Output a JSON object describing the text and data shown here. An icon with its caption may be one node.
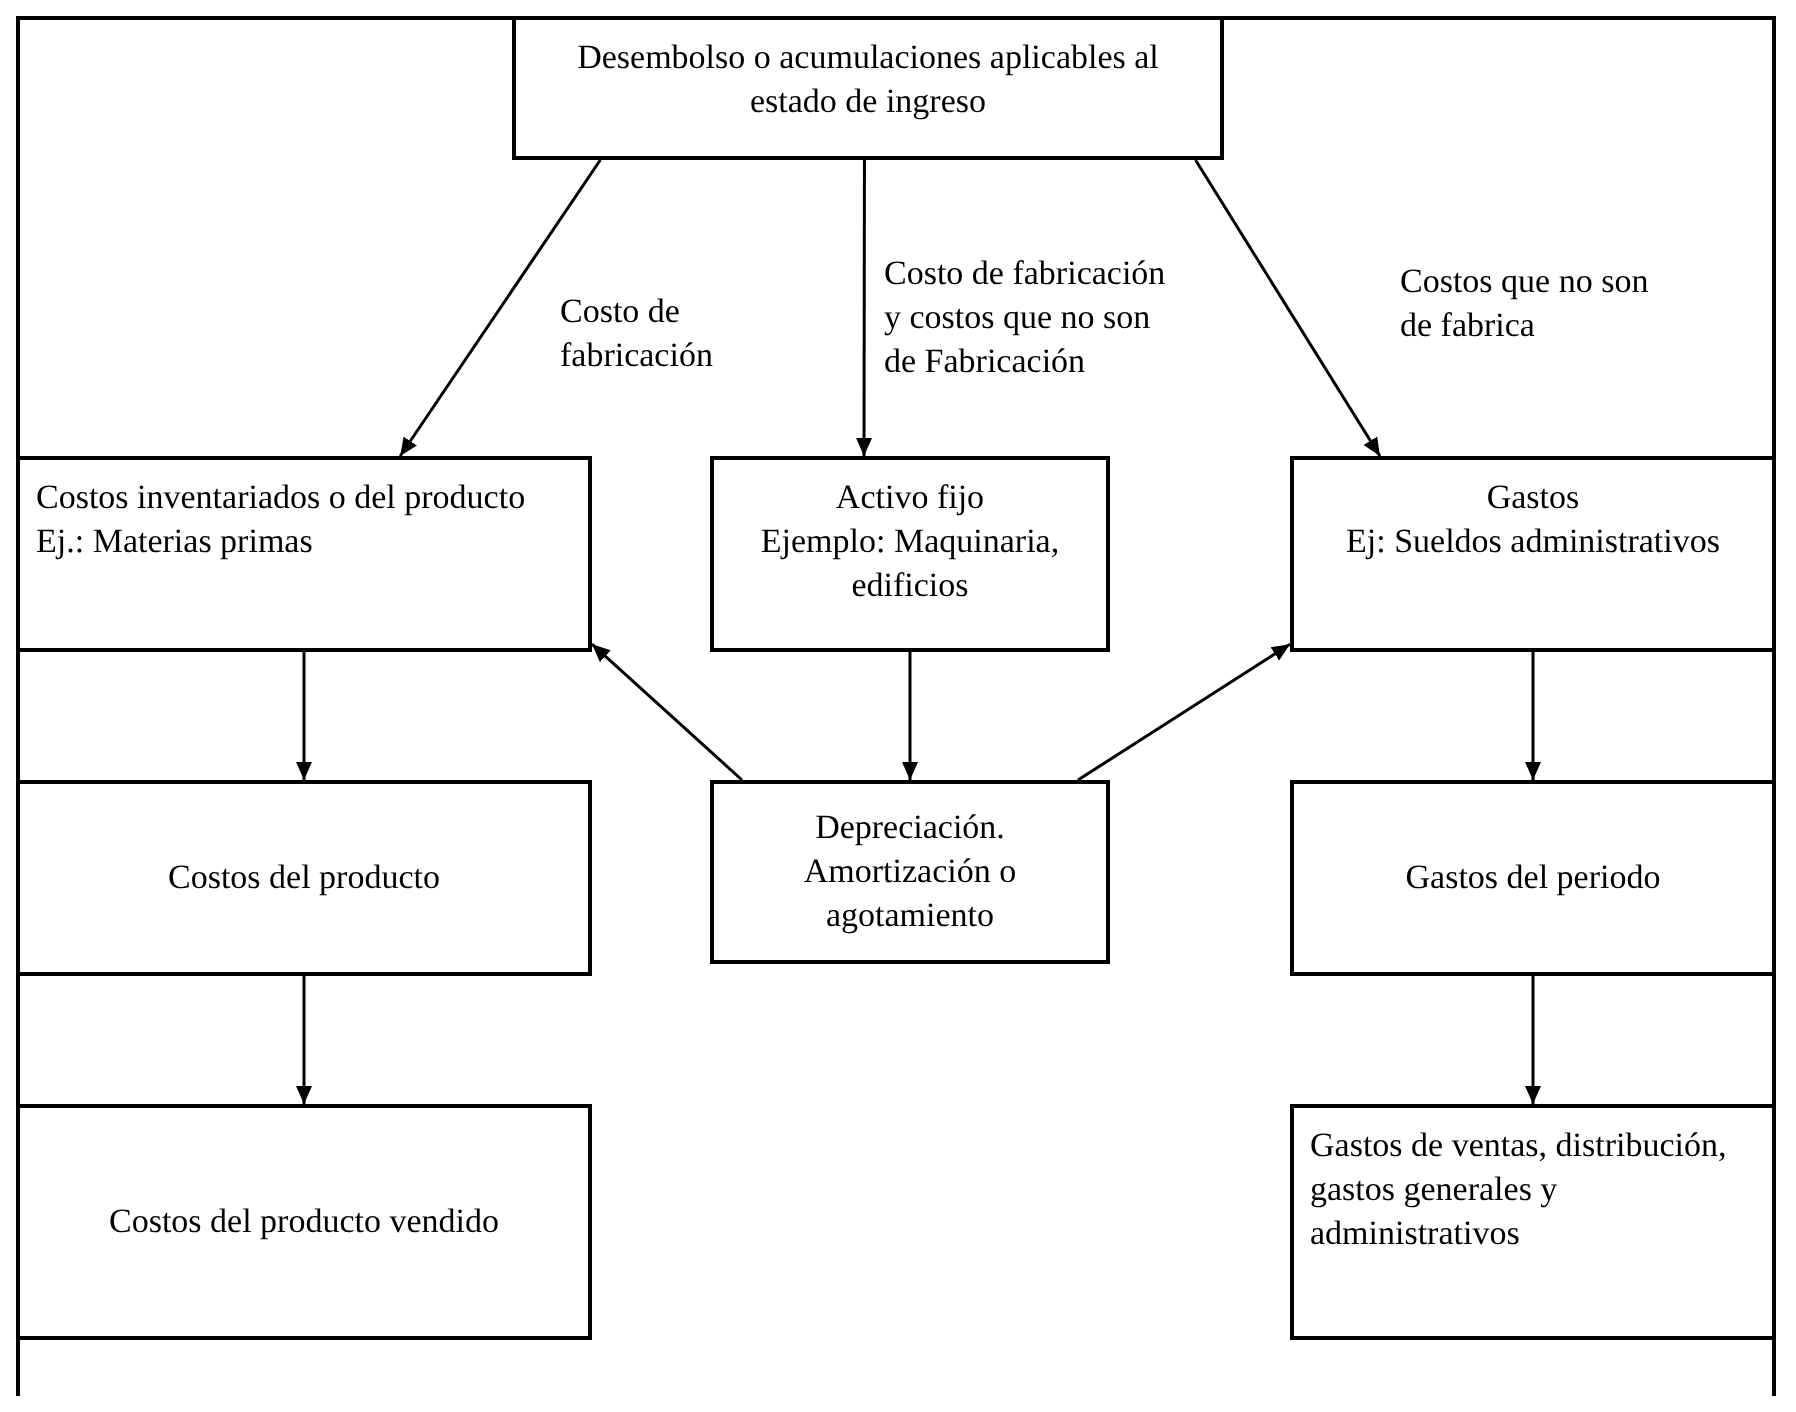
{
  "diagram": {
    "nodes": [
      {
        "text": [
          "Desembolso o acumulaciones aplicables al estado de ingreso"
        ]
      },
      {
        "text": [
          "Costos inventariados o del producto",
          "Ej.: Materias primas"
        ]
      },
      {
        "text": [
          "Activo fijo",
          "Ejemplo: Maquinaria, edificios"
        ]
      },
      {
        "text": [
          "Gastos",
          "Ej: Sueldos administrativos"
        ]
      },
      {
        "text": [
          "Costos del producto"
        ]
      },
      {
        "text": [
          "Depreciación. Amortización o agotamiento"
        ]
      },
      {
        "text": [
          "Gastos del periodo"
        ]
      },
      {
        "text": [
          "Costos del producto vendido"
        ]
      },
      {
        "text": [
          "Gastos de ventas, distribución, gastos generales y administrativos"
        ]
      }
    ],
    "edges": [
      {
        "from": 0,
        "to": 1,
        "arrow": "to",
        "label": "Costo de fabricación"
      },
      {
        "from": 0,
        "to": 2,
        "arrow": "to",
        "label": "Costo de fabricación y costos que no son de Fabricación"
      },
      {
        "from": 0,
        "to": 3,
        "arrow": "to",
        "label": "Costos que no son de fabrica"
      },
      {
        "from": 1,
        "to": 4,
        "arrow": "to"
      },
      {
        "from": 2,
        "to": 5,
        "arrow": "to"
      },
      {
        "from": 3,
        "to": 6,
        "arrow": "to"
      },
      {
        "from": 5,
        "to": 1,
        "arrow": "to"
      },
      {
        "from": 5,
        "to": 3,
        "arrow": "to"
      },
      {
        "from": 4,
        "to": 7,
        "arrow": "to"
      },
      {
        "from": 6,
        "to": 8,
        "arrow": "to"
      }
    ]
  }
}
